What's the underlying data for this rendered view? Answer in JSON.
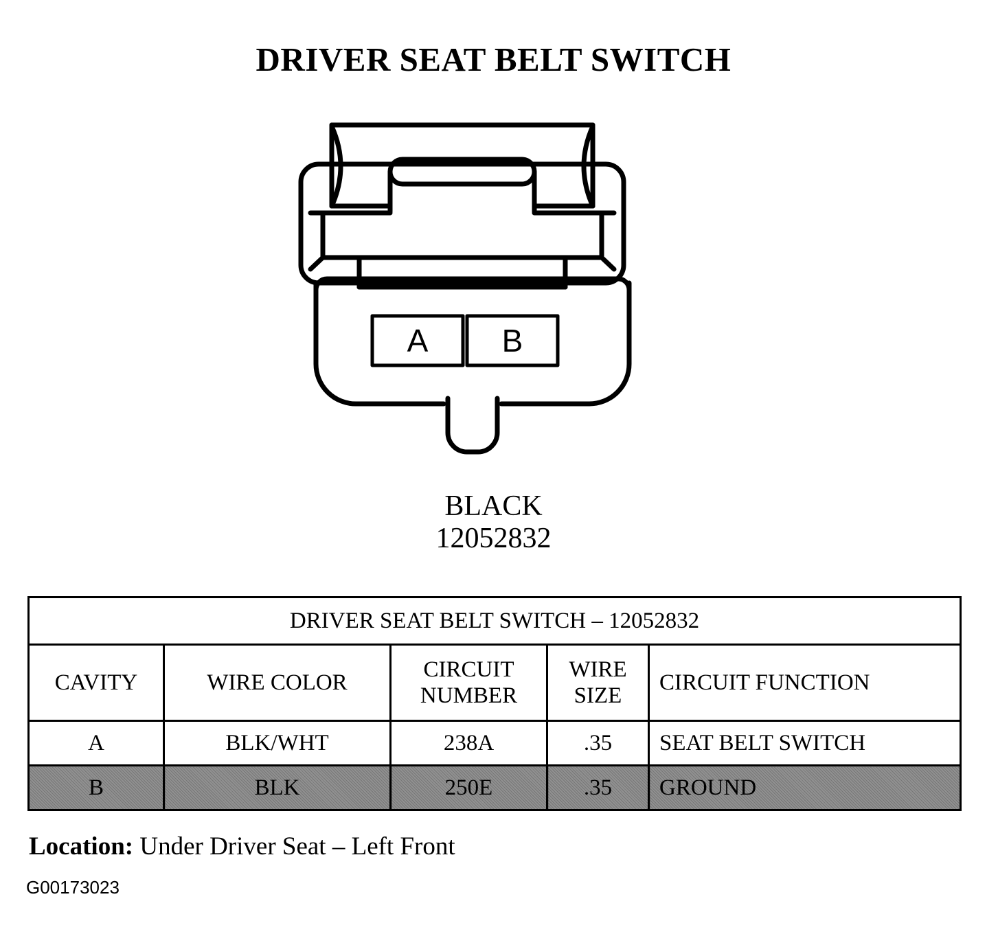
{
  "page": {
    "title": "DRIVER SEAT BELT SWITCH",
    "figure_id": "G00173023"
  },
  "connector": {
    "cavity_a_label": "A",
    "cavity_b_label": "B",
    "color_name": "BLACK",
    "part_number": "12052832",
    "icon": "two-cavity-connector-icon"
  },
  "table": {
    "title": "DRIVER SEAT BELT SWITCH – 12052832",
    "columns": [
      "CAVITY",
      "WIRE COLOR",
      "CIRCUIT NUMBER",
      "WIRE SIZE",
      "CIRCUIT FUNCTION"
    ],
    "rows": [
      {
        "cavity": "A",
        "wire_color": "BLK/WHT",
        "circuit_number": "238A",
        "wire_size": ".35",
        "circuit_function": "SEAT BELT SWITCH",
        "shaded": false
      },
      {
        "cavity": "B",
        "wire_color": "BLK",
        "circuit_number": "250E",
        "wire_size": ".35",
        "circuit_function": "GROUND",
        "shaded": true
      }
    ]
  },
  "location": {
    "label": "Location:",
    "value": "Under Driver Seat – Left Front"
  },
  "colors": {
    "ink": "#000000",
    "paper": "#ffffff",
    "row_shade": "#c9c9c9"
  }
}
